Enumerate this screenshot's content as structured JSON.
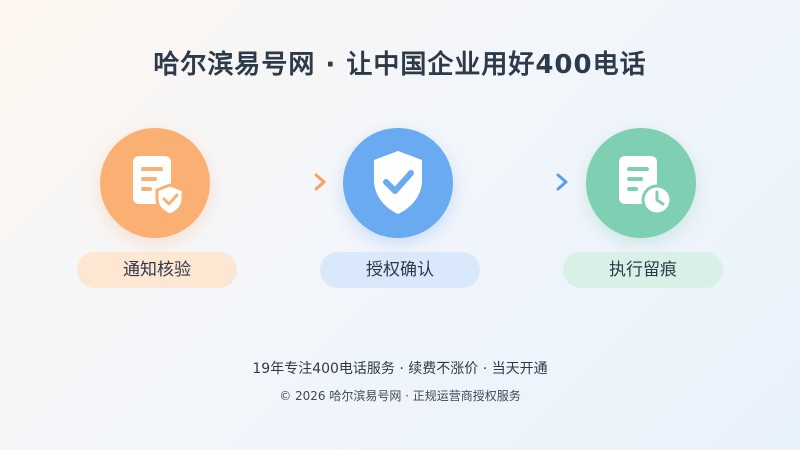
{
  "title": "哈尔滨易号网 · 让中国企业用好400电话",
  "steps": [
    {
      "label": "通知核验",
      "icon": "document-shield-icon",
      "color": "#fbb073"
    },
    {
      "label": "授权确认",
      "icon": "shield-check-icon",
      "color": "#6aaaf0"
    },
    {
      "label": "执行留痕",
      "icon": "document-clock-icon",
      "color": "#7fcfb2"
    }
  ],
  "footer": {
    "line1": "19年专注400电话服务 · 续费不涨价 · 当天开通",
    "line2": "© 2026 哈尔滨易号网 · 正规运营商授权服务"
  }
}
